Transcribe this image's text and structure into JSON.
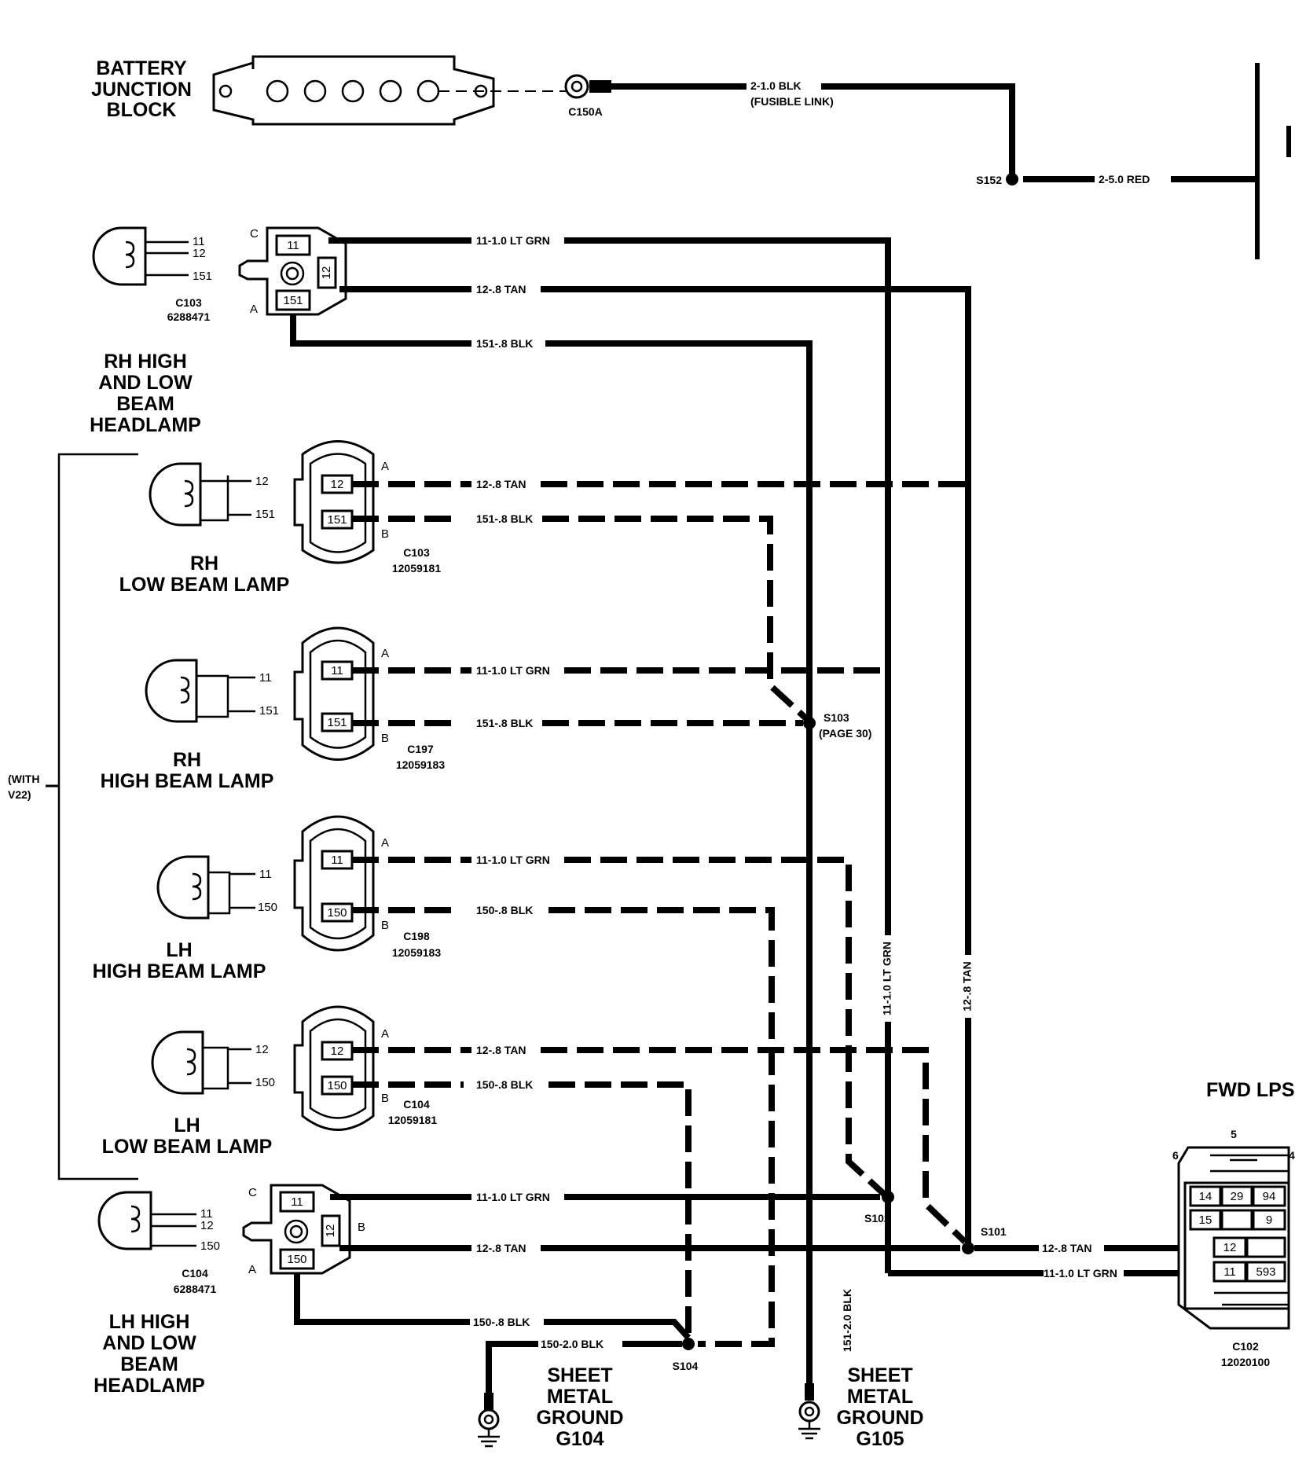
{
  "components": {
    "battery_junction_block": [
      "BATTERY",
      "JUNCTION",
      "BLOCK"
    ],
    "rh_headlamp": [
      "RH HIGH",
      "AND LOW",
      "BEAM",
      "HEADLAMP"
    ],
    "rh_low_beam": [
      "RH",
      "LOW BEAM LAMP"
    ],
    "rh_high_beam": [
      "RH",
      "HIGH BEAM LAMP"
    ],
    "lh_high_beam": [
      "LH",
      "HIGH BEAM LAMP"
    ],
    "lh_low_beam": [
      "LH",
      "LOW BEAM LAMP"
    ],
    "lh_headlamp": [
      "LH HIGH",
      "AND LOW",
      "BEAM",
      "HEADLAMP"
    ],
    "with_v22": [
      "(WITH",
      "V22)"
    ],
    "fwd_lps": "FWD LPS",
    "ground_g104": [
      "SHEET",
      "METAL",
      "GROUND",
      "G104"
    ],
    "ground_g105": [
      "SHEET",
      "METAL",
      "GROUND",
      "G105"
    ]
  },
  "connectors": {
    "c150a": "C150A",
    "c103_top": [
      "C103",
      "6288471"
    ],
    "c103_low": [
      "C103",
      "12059181"
    ],
    "c197": [
      "C197",
      "12059183"
    ],
    "c198": [
      "C198",
      "12059183"
    ],
    "c104_low": [
      "C104",
      "12059181"
    ],
    "c104_bot": [
      "C104",
      "6288471"
    ],
    "c102": [
      "C102",
      "12020100"
    ]
  },
  "splices": {
    "s152": "S152",
    "s103": [
      "S103",
      "(PAGE 30)"
    ],
    "s102": "S102",
    "s101": "S101",
    "s104": "S104"
  },
  "wires": {
    "w_2_1_blk": [
      "2-1.0 BLK",
      "(FUSIBLE LINK)"
    ],
    "w_2_5_red": "2-5.0 RED",
    "w_11_lt_grn": "11-1.0 LT GRN",
    "w_12_tan": "12-.8 TAN",
    "w_151_blk": "151-.8 BLK",
    "w_150_blk": "150-.8 BLK",
    "w_150_2_blk": "150-2.0 BLK",
    "w_151_2_blk": "151-2.0 BLK"
  },
  "pins": {
    "n11": "11",
    "n12": "12",
    "n150": "150",
    "n151": "151",
    "n14": "14",
    "n29": "29",
    "n94": "94",
    "n15": "15",
    "n9": "9",
    "n593": "593",
    "A": "A",
    "B": "B",
    "C": "C",
    "p5": "5",
    "p6": "6",
    "p4": "4"
  }
}
